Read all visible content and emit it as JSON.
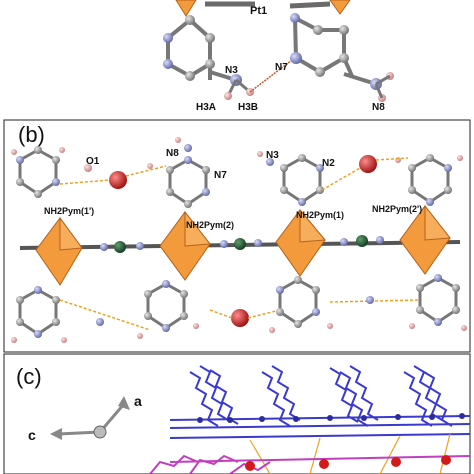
{
  "panels": {
    "a": {
      "atom_labels": [
        "Pt1",
        "N3",
        "N7",
        "H3A",
        "H3B",
        "N8"
      ]
    },
    "b": {
      "panel_label": "(b)",
      "atom_labels": [
        "O1",
        "N8",
        "N7",
        "N3",
        "N2"
      ],
      "ligand_labels": [
        "NH2Pym(1')",
        "NH2Pym(2)",
        "NH2Pym(1)",
        "NH2Pym(2')"
      ]
    },
    "c": {
      "panel_label": "(c)",
      "axis_labels": {
        "a": "a",
        "c": "c"
      }
    }
  },
  "colors": {
    "carbon": "#8c8c8c",
    "nitrogen": "#7f86c9",
    "hydrogen": "#e8a3a3",
    "oxygen": "#d31a1a",
    "platinum_polyhedron": "#f39a3c",
    "bridge_atom": "#1f5a2e",
    "hbond": "#f0a020",
    "chain_blue": "#3a3ad0",
    "chain_magenta": "#c13fbf"
  }
}
